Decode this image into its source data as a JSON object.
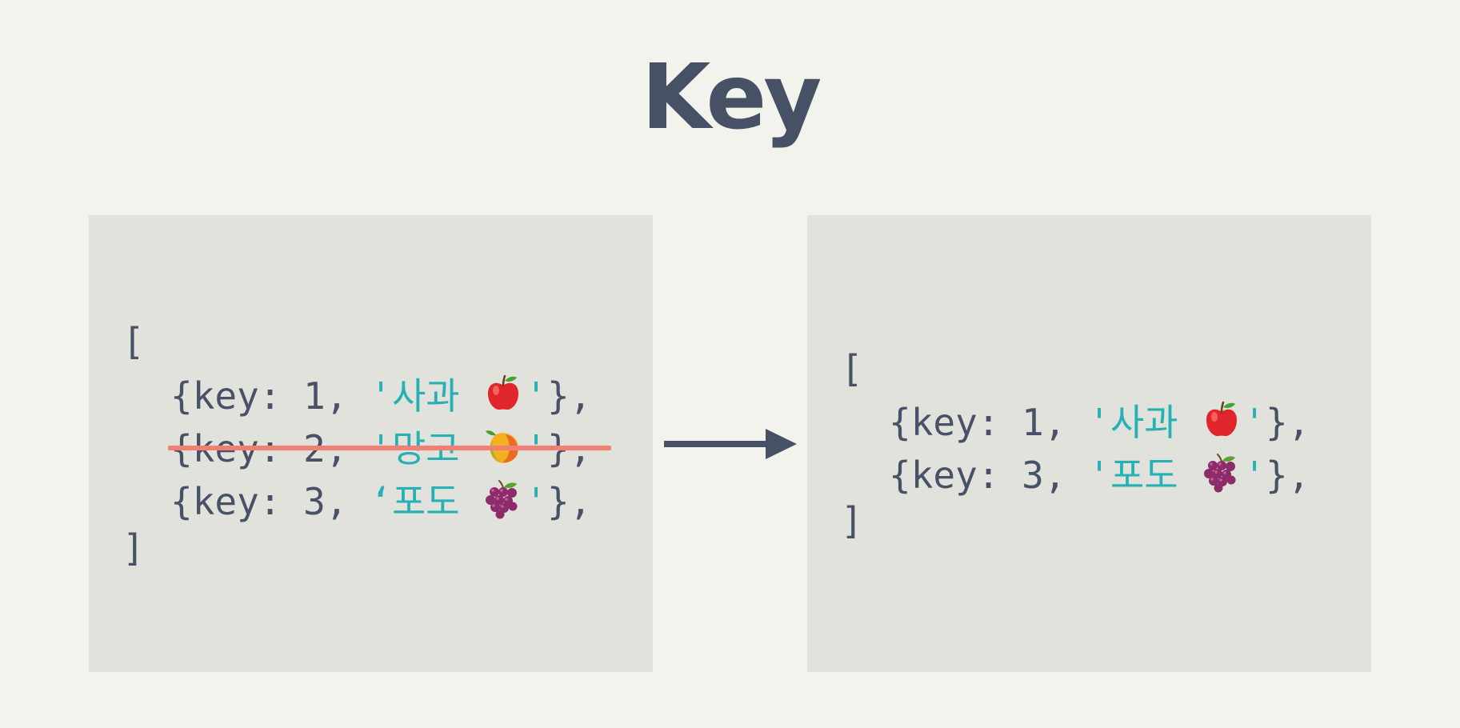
{
  "title": "Key",
  "colors": {
    "background": "#f2f3ed",
    "panel": "#e1e2dc",
    "code_text": "#485266",
    "string_text": "#27b1b5",
    "strike": "#f27f74",
    "arrow": "#475165"
  },
  "left": {
    "open_bracket": "[",
    "close_bracket": "]",
    "rows": [
      {
        "prefix": "{key: 1, ",
        "quote_open": "'",
        "name": "사과",
        "icon": "apple-icon",
        "quote_close": "'",
        "suffix": "},"
      },
      {
        "prefix": "{key: 2, ",
        "quote_open": "'",
        "name": "망고",
        "icon": "mango-icon",
        "quote_close": "'",
        "suffix": "},",
        "struck": true
      },
      {
        "prefix": "{key: 3, ",
        "quote_open": "‘",
        "name": "포도",
        "icon": "grapes-icon",
        "quote_close": "'",
        "suffix": "},"
      }
    ]
  },
  "right": {
    "open_bracket": "[",
    "close_bracket": "]",
    "rows": [
      {
        "prefix": "{key: 1, ",
        "quote_open": "'",
        "name": "사과",
        "icon": "apple-icon",
        "quote_close": "'",
        "suffix": "},"
      },
      {
        "prefix": "{key: 3, ",
        "quote_open": "'",
        "name": "포도",
        "icon": "grapes-icon",
        "quote_close": "'",
        "suffix": "},"
      }
    ]
  },
  "arrow_icon": "right-arrow-icon"
}
